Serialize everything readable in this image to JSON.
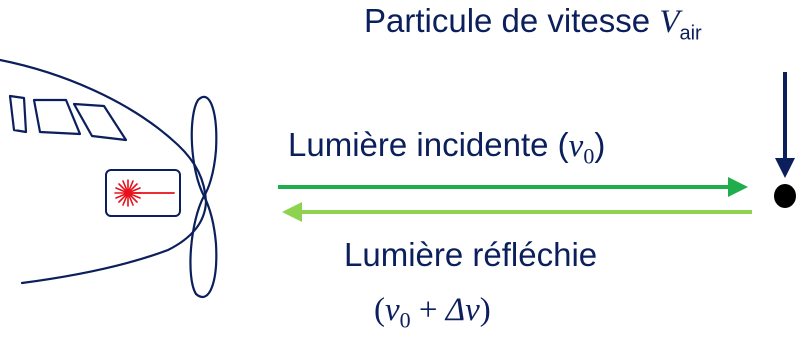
{
  "colors": {
    "text": "#0b1f5c",
    "outline": "#0b1f5c",
    "incident_arrow": "#1fae4b",
    "reflected_arrow": "#8ed34f",
    "laser": "#e8101a",
    "particle": "#000000"
  },
  "icons": {
    "aircraft": "aircraft-nose-outline-icon",
    "propeller": "propeller-icon",
    "laser": "laser-emitter-icon",
    "particle": "particle-dot-icon"
  },
  "particle_label": {
    "prefix": "Particule de vitesse ",
    "symbol": "V",
    "subscript": "air"
  },
  "incident_label": {
    "text": "Lumière incidente (",
    "symbol": "ν",
    "subscript": "0",
    "close": ")"
  },
  "reflected_label": {
    "line1": "Lumière réfléchie",
    "open": "(",
    "symbol": "ν",
    "subscript": "0",
    "plus": " + ",
    "delta": "Δν",
    "close": ")"
  }
}
